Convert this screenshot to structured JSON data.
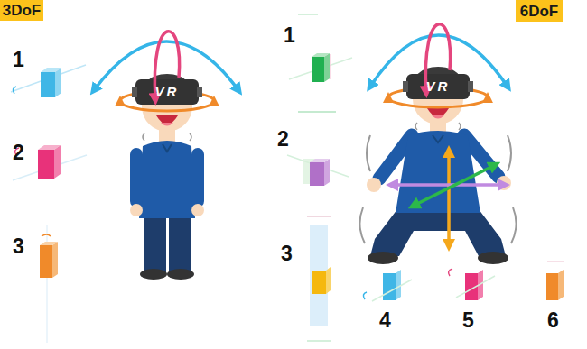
{
  "diagram": {
    "nodes": [
      {
        "text": [
          "3DoF"
        ]
      },
      {
        "text": [
          "6DoF"
        ]
      }
    ],
    "labels": [
      "1",
      "2",
      "3",
      "VR",
      "1",
      "2",
      "3",
      "4",
      "5",
      "6",
      "VR"
    ]
  }
}
